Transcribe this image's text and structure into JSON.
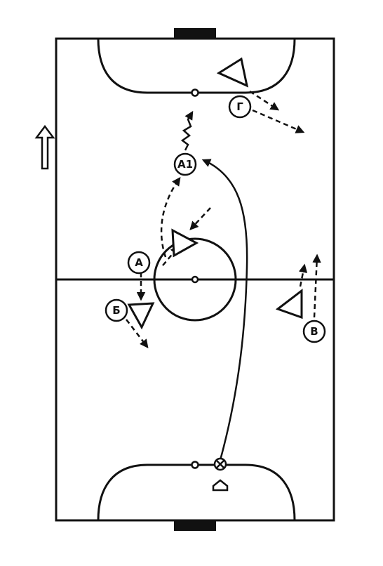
{
  "players": [
    {
      "id": "A1",
      "label": "А1"
    },
    {
      "id": "A",
      "label": "А"
    },
    {
      "id": "B",
      "label": "Б"
    },
    {
      "id": "V",
      "label": "В"
    },
    {
      "id": "G",
      "label": "Г"
    }
  ],
  "colors": {
    "ink": "#111111",
    "background": "#ffffff"
  },
  "icons": {
    "direction": "arrow-up-icon",
    "ball": "ball-icon",
    "cone": "cone-icon",
    "defender": "triangle-icon"
  }
}
